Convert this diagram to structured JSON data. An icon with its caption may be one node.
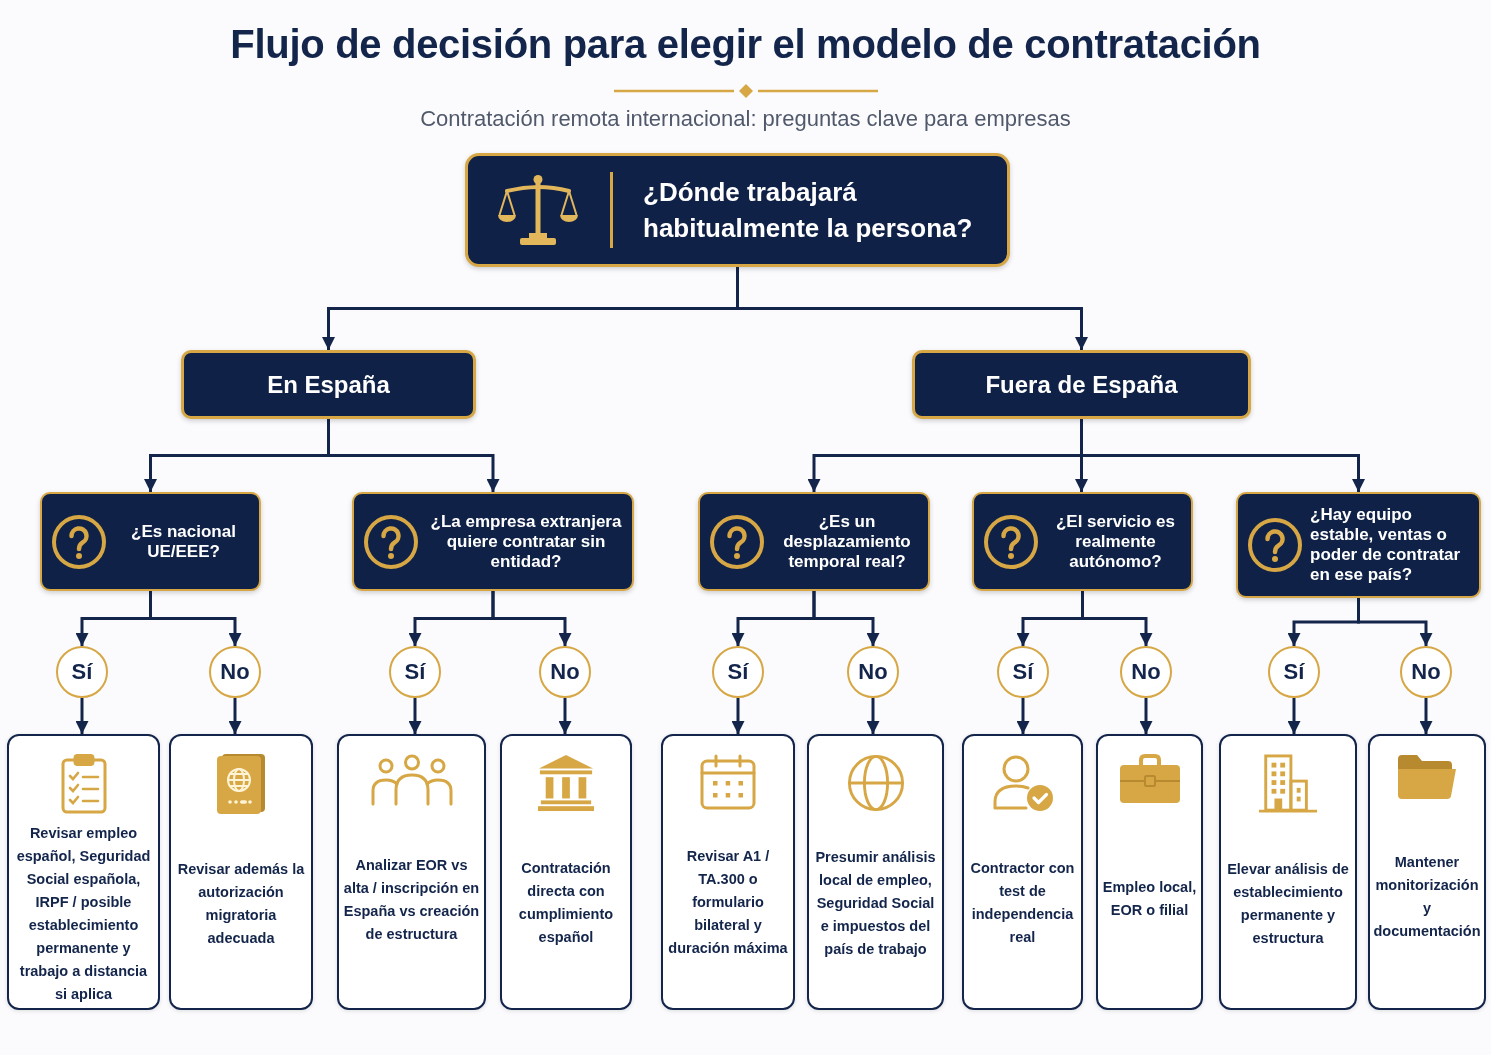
{
  "diagram": {
    "title": "Flujo de decisión para elegir el modelo de contratación",
    "nodes": [
      {
        "text": [
          "¿Dónde trabajará habitualmente la persona?"
        ]
      },
      {
        "text": [
          "En España"
        ]
      },
      {
        "text": [
          "Fuera de España"
        ]
      },
      {
        "text": [
          "¿Es nacional UE/EEE?"
        ]
      },
      {
        "text": [
          "¿La empresa extranjera quiere contratar sin entidad?"
        ]
      },
      {
        "text": [
          "¿Es un desplazamiento temporal real?"
        ]
      },
      {
        "text": [
          "¿El servicio es realmente autónomo?"
        ]
      },
      {
        "text": [
          "¿Hay equipo estable, ventas o poder de contratar en ese país?"
        ]
      },
      {
        "text": [
          "Sí"
        ]
      },
      {
        "text": [
          "No"
        ]
      },
      {
        "text": [
          "Sí"
        ]
      },
      {
        "text": [
          "No"
        ]
      },
      {
        "text": [
          "Sí"
        ]
      },
      {
        "text": [
          "No"
        ]
      },
      {
        "text": [
          "Sí"
        ]
      },
      {
        "text": [
          "No"
        ]
      },
      {
        "text": [
          "Sí"
        ]
      },
      {
        "text": [
          "No"
        ]
      },
      {
        "text": [
          "Revisar empleo español, Seguridad Social española, IRPF / posible establecimiento permanente y trabajo a distancia si aplica"
        ]
      },
      {
        "text": [
          "Revisar además la autorización migratoria adecuada"
        ]
      },
      {
        "text": [
          "Analizar EOR vs alta / inscripción en España vs creación de estructura"
        ]
      },
      {
        "text": [
          "Contratación directa con cumplimiento español"
        ]
      },
      {
        "text": [
          "Revisar A1 / TA.300 o formulario bilateral y duración máxima"
        ]
      },
      {
        "text": [
          "Presumir análisis local de empleo, Seguridad Social e impuestos del país de trabajo"
        ]
      },
      {
        "text": [
          "Contractor con test de independencia real"
        ]
      },
      {
        "text": [
          "Empleo local, EOR o filial"
        ]
      },
      {
        "text": [
          "Elevar análisis de establecimiento permanente y estructura"
        ]
      },
      {
        "text": [
          "Mantener monitorización y documentación"
        ]
      }
    ],
    "edges": [
      {
        "from": 0,
        "to": 1,
        "arrow": "to"
      },
      {
        "from": 0,
        "to": 2,
        "arrow": "to"
      },
      {
        "from": 1,
        "to": 3,
        "arrow": "to"
      },
      {
        "from": 1,
        "to": 4,
        "arrow": "to"
      },
      {
        "from": 2,
        "to": 5,
        "arrow": "to"
      },
      {
        "from": 2,
        "to": 6,
        "arrow": "to"
      },
      {
        "from": 2,
        "to": 7,
        "arrow": "to"
      },
      {
        "from": 3,
        "to": 8,
        "arrow": "to"
      },
      {
        "from": 3,
        "to": 9,
        "arrow": "to"
      },
      {
        "from": 4,
        "to": 10,
        "arrow": "to"
      },
      {
        "from": 4,
        "to": 11,
        "arrow": "to"
      },
      {
        "from": 5,
        "to": 12,
        "arrow": "to"
      },
      {
        "from": 5,
        "to": 13,
        "arrow": "to"
      },
      {
        "from": 6,
        "to": 14,
        "arrow": "to"
      },
      {
        "from": 6,
        "to": 15,
        "arrow": "to"
      },
      {
        "from": 7,
        "to": 16,
        "arrow": "to"
      },
      {
        "from": 7,
        "to": 17,
        "arrow": "to"
      },
      {
        "from": 8,
        "to": 18,
        "arrow": "to"
      },
      {
        "from": 9,
        "to": 19,
        "arrow": "to"
      },
      {
        "from": 10,
        "to": 20,
        "arrow": "to"
      },
      {
        "from": 11,
        "to": 21,
        "arrow": "to"
      },
      {
        "from": 12,
        "to": 22,
        "arrow": "to"
      },
      {
        "from": 13,
        "to": 23,
        "arrow": "to"
      },
      {
        "from": 14,
        "to": 24,
        "arrow": "to"
      },
      {
        "from": 15,
        "to": 25,
        "arrow": "to"
      },
      {
        "from": 16,
        "to": 26,
        "arrow": "to"
      },
      {
        "from": 17,
        "to": 27,
        "arrow": "to"
      }
    ],
    "labels": [
      "Contratación remota internacional: preguntas clave para empresas"
    ]
  }
}
